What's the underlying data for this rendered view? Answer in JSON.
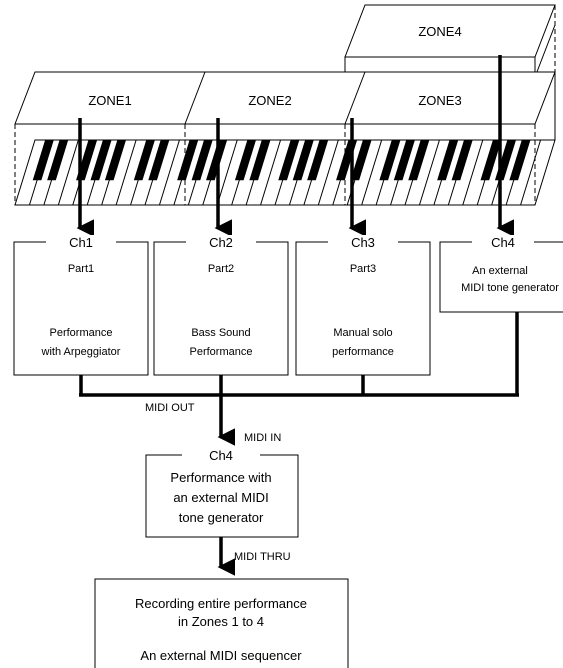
{
  "zones": [
    {
      "label": "ZONE1"
    },
    {
      "label": "ZONE2"
    },
    {
      "label": "ZONE3"
    },
    {
      "label": "ZONE4"
    }
  ],
  "channels": [
    {
      "channel": "Ch1",
      "part": "Part1",
      "desc": [
        "Performance",
        "with Arpeggiator"
      ]
    },
    {
      "channel": "Ch2",
      "part": "Part2",
      "desc": [
        "Bass Sound",
        "Performance"
      ]
    },
    {
      "channel": "Ch3",
      "part": "Part3",
      "desc": [
        "Manual solo",
        "performance"
      ]
    },
    {
      "channel": "Ch4",
      "part": "",
      "desc": [
        "An external",
        "MIDI tone generator"
      ]
    }
  ],
  "midi": {
    "out": "MIDI OUT",
    "in": "MIDI IN",
    "thru": "MIDI THRU"
  },
  "tone_generator": {
    "channel": "Ch4",
    "lines": [
      "Performance with",
      "an external MIDI",
      "tone generator"
    ]
  },
  "sequencer": {
    "lines": [
      "Recording entire performance",
      "in Zones 1 to 4",
      "An external MIDI sequencer"
    ]
  }
}
